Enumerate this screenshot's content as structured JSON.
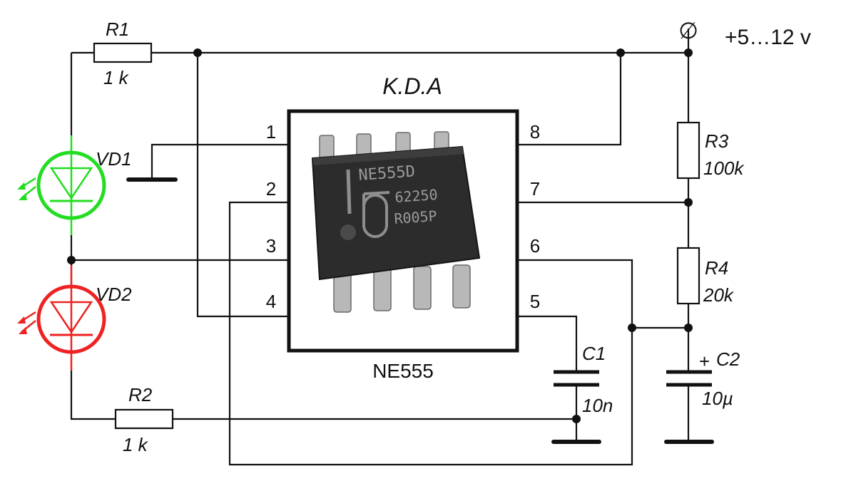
{
  "title": "K.D.A",
  "ic": {
    "label": "NE555",
    "marking_line1": "NE555D",
    "marking_line2": "62250",
    "marking_line3": "R005P",
    "pins": [
      "1",
      "2",
      "3",
      "4",
      "5",
      "6",
      "7",
      "8"
    ]
  },
  "supply": {
    "symbol": "∅",
    "label": "+5…12 v"
  },
  "components": {
    "R1": {
      "name": "R1",
      "value": "1 k"
    },
    "R2": {
      "name": "R2",
      "value": "1 k"
    },
    "R3": {
      "name": "R3",
      "value": "100k"
    },
    "R4": {
      "name": "R4",
      "value": "20k"
    },
    "C1": {
      "name": "C1",
      "value": "10n"
    },
    "C2": {
      "name": "C2",
      "value": "10µ",
      "polarity": "+"
    },
    "VD1": {
      "name": "VD1",
      "color": "#22dd22"
    },
    "VD2": {
      "name": "VD2",
      "color": "#ee2222"
    }
  }
}
